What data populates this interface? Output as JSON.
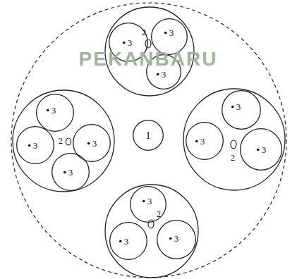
{
  "diagram": {
    "nodes": [
      {
        "text": [
          "3"
        ]
      },
      {
        "text": [
          "3"
        ]
      },
      {
        "text": [
          "3"
        ]
      },
      {
        "text": [
          "3"
        ]
      },
      {
        "text": [
          "3"
        ]
      },
      {
        "text": [
          "3"
        ]
      },
      {
        "text": [
          "3"
        ]
      },
      {
        "text": [
          "1"
        ]
      },
      {
        "text": [
          "3"
        ]
      },
      {
        "text": [
          "3"
        ]
      },
      {
        "text": [
          "3"
        ]
      },
      {
        "text": [
          "3"
        ]
      },
      {
        "text": [
          "3"
        ]
      },
      {
        "text": [
          "3"
        ]
      }
    ],
    "labels": [
      "2",
      "2",
      "2",
      "2",
      "PEKANBARU"
    ]
  }
}
